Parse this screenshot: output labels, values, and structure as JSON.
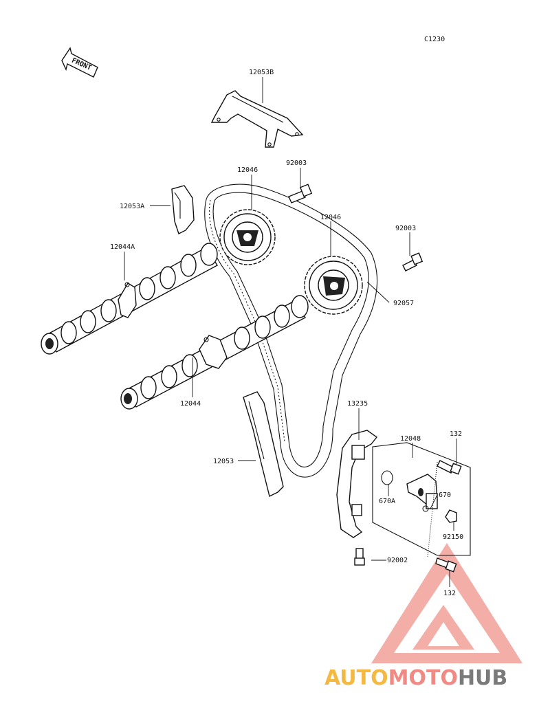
{
  "diagram": {
    "code": "C1230",
    "front_label": "FRONT",
    "labels": {
      "p12053B": "12053B",
      "p12046_left": "12046",
      "p92003_top": "92003",
      "p12053A": "12053A",
      "p12046_right": "12046",
      "p92003_right": "92003",
      "p12044A": "12044A",
      "p92057": "92057",
      "p12044": "12044",
      "p13235": "13235",
      "p12048": "12048",
      "p132_top": "132",
      "p12053": "12053",
      "p670A": "670A",
      "p670": "670",
      "p92150": "92150",
      "p92002": "92002",
      "p132_bottom": "132"
    }
  },
  "watermark": {
    "word_auto": "AUTO",
    "word_moto": "MOTO",
    "word_hub": "HUB",
    "colors": {
      "auto": "#f4b942",
      "moto": "#f08a84",
      "hub": "#7a7a7a",
      "triangle": "#f2a09a"
    }
  }
}
